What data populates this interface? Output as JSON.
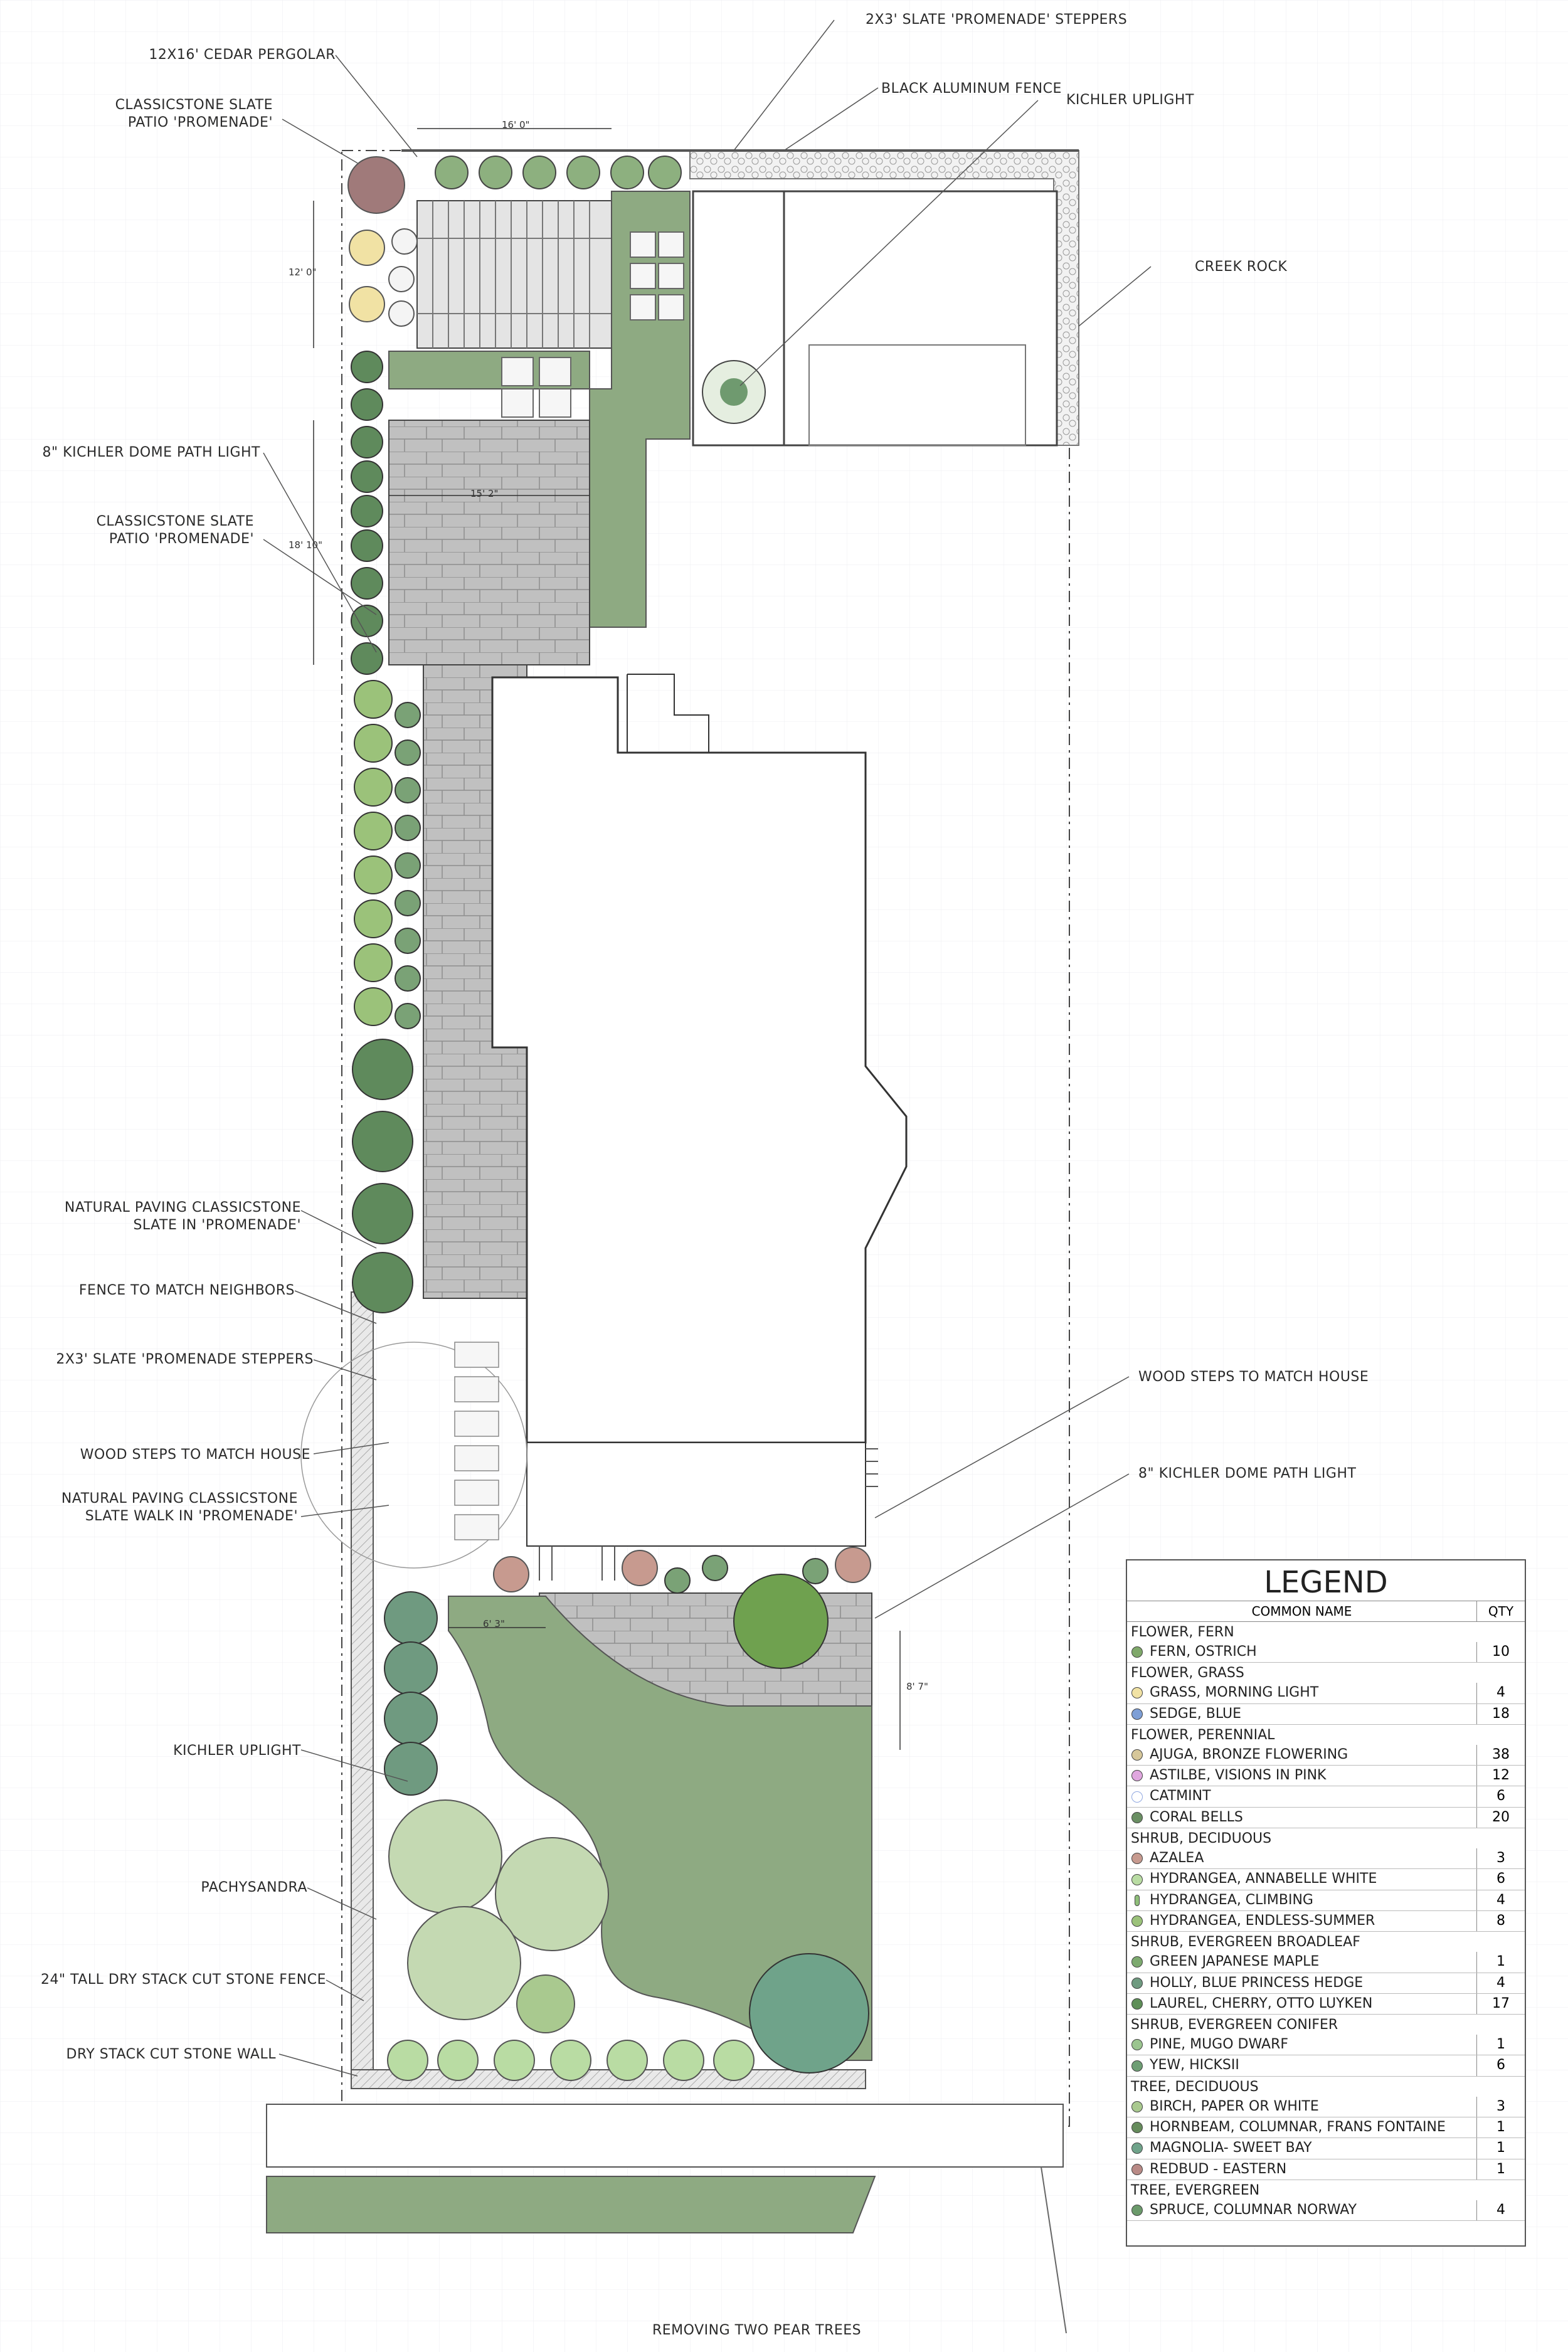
{
  "callouts_left": [
    {
      "id": "pergola",
      "text": "12X16' CEDAR PERGOLAR"
    },
    {
      "id": "patio-top-1",
      "text": "CLASSICSTONE SLATE"
    },
    {
      "id": "patio-top-2",
      "text": "PATIO 'PROMENADE'"
    },
    {
      "id": "path-light-top",
      "text": "8\" KICHLER DOME PATH LIGHT"
    },
    {
      "id": "patio-mid-1",
      "text": "CLASSICSTONE SLATE"
    },
    {
      "id": "patio-mid-2",
      "text": "PATIO 'PROMENADE'"
    },
    {
      "id": "natural-paving-1",
      "text": "NATURAL PAVING CLASSICSTONE"
    },
    {
      "id": "natural-paving-2",
      "text": "SLATE IN 'PROMENADE'"
    },
    {
      "id": "fence-neighbors",
      "text": "FENCE TO MATCH NEIGHBORS"
    },
    {
      "id": "steppers-left",
      "text": "2X3' SLATE 'PROMENADE STEPPERS"
    },
    {
      "id": "wood-steps-left",
      "text": "WOOD STEPS TO MATCH HOUSE"
    },
    {
      "id": "walk-1",
      "text": "NATURAL PAVING CLASSICSTONE"
    },
    {
      "id": "walk-2",
      "text": "SLATE WALK IN 'PROMENADE'"
    },
    {
      "id": "uplight-left",
      "text": "KICHLER UPLIGHT"
    },
    {
      "id": "pachysandra",
      "text": "PACHYSANDRA"
    },
    {
      "id": "stone-fence",
      "text": "24\" TALL DRY STACK CUT STONE FENCE"
    },
    {
      "id": "stone-wall",
      "text": "DRY STACK CUT STONE WALL"
    }
  ],
  "callouts_right": [
    {
      "id": "steppers-top",
      "text": "2X3' SLATE 'PROMENADE' STEPPERS"
    },
    {
      "id": "alum-fence",
      "text": "BLACK ALUMINUM FENCE"
    },
    {
      "id": "uplight-top",
      "text": "KICHLER UPLIGHT"
    },
    {
      "id": "creek-rock",
      "text": "CREEK ROCK"
    },
    {
      "id": "wood-steps-right",
      "text": "WOOD STEPS TO MATCH HOUSE"
    },
    {
      "id": "path-light-right",
      "text": "8\" KICHLER DOME PATH LIGHT"
    },
    {
      "id": "pear-trees",
      "text": "REMOVING TWO PEAR TREES"
    }
  ],
  "dimensions": {
    "pergola_width": "16' 0\"",
    "pergola_depth": "12' 0\"",
    "patio_width": "15' 2\"",
    "patio_depth": "18' 10\"",
    "lawn_walk": "6' 3\"",
    "lower_patio": "8' 7\""
  },
  "legend": {
    "title": "LEGEND",
    "col_name": "COMMON NAME",
    "col_qty": "QTY",
    "categories": [
      {
        "name": "FLOWER, FERN",
        "items": [
          {
            "name": "FERN, OSTRICH",
            "qty": "10",
            "color": "#7fa86a",
            "symbol": "star"
          }
        ]
      },
      {
        "name": "FLOWER, GRASS",
        "items": [
          {
            "name": "GRASS, MORNING LIGHT",
            "qty": "4",
            "color": "#f1e2a4",
            "symbol": "dot"
          },
          {
            "name": "SEDGE, BLUE",
            "qty": "18",
            "color": "#7e9fd6",
            "symbol": "dot"
          }
        ]
      },
      {
        "name": "FLOWER, PERENNIAL",
        "items": [
          {
            "name": "AJUGA, BRONZE FLOWERING",
            "qty": "38",
            "color": "#d6c79a",
            "symbol": "star"
          },
          {
            "name": "ASTILBE, VISIONS IN PINK",
            "qty": "12",
            "color": "#e0a7df",
            "symbol": "star"
          },
          {
            "name": "CATMINT",
            "qty": "6",
            "color": "#8fa7e0",
            "symbol": "ring"
          },
          {
            "name": "CORAL BELLS",
            "qty": "20",
            "color": "#6a8f63",
            "symbol": "dot"
          }
        ]
      },
      {
        "name": "SHRUB, DECIDUOUS",
        "items": [
          {
            "name": "AZALEA",
            "qty": "3",
            "color": "#c79a8f",
            "symbol": "dot"
          },
          {
            "name": "HYDRANGEA, ANNABELLE WHITE",
            "qty": "6",
            "color": "#b9dca3",
            "symbol": "dot"
          },
          {
            "name": "HYDRANGEA, CLIMBING",
            "qty": "4",
            "color": "#8fbf7a",
            "symbol": "leaf"
          },
          {
            "name": "HYDRANGEA, ENDLESS-SUMMER",
            "qty": "8",
            "color": "#9bc27a",
            "symbol": "dot"
          }
        ]
      },
      {
        "name": "SHRUB, EVERGREEN BROADLEAF",
        "items": [
          {
            "name": "GREEN JAPANESE MAPLE",
            "qty": "1",
            "color": "#7daa6f",
            "symbol": "dot"
          },
          {
            "name": "HOLLY, BLUE PRINCESS HEDGE",
            "qty": "4",
            "color": "#6f9a80",
            "symbol": "dot"
          },
          {
            "name": "LAUREL, CHERRY, OTTO LUYKEN",
            "qty": "17",
            "color": "#5e8e58",
            "symbol": "dot"
          }
        ]
      },
      {
        "name": "SHRUB, EVERGREEN CONIFER",
        "items": [
          {
            "name": "PINE, MUGO DWARF",
            "qty": "1",
            "color": "#9bc58f",
            "symbol": "dot"
          },
          {
            "name": "YEW, HICKSII",
            "qty": "6",
            "color": "#6e9e74",
            "symbol": "dot"
          }
        ]
      },
      {
        "name": "TREE, DECIDUOUS",
        "items": [
          {
            "name": "BIRCH, PAPER OR WHITE",
            "qty": "3",
            "color": "#a9c98f",
            "symbol": "dot"
          },
          {
            "name": "HORNBEAM, COLUMNAR, FRANS FONTAINE",
            "qty": "1",
            "color": "#668c5c",
            "symbol": "dot"
          },
          {
            "name": "MAGNOLIA- SWEET BAY",
            "qty": "1",
            "color": "#6fa38a",
            "symbol": "dot"
          },
          {
            "name": "REDBUD - EASTERN",
            "qty": "1",
            "color": "#b98a86",
            "symbol": "dot"
          }
        ]
      },
      {
        "name": "TREE, EVERGREEN",
        "items": [
          {
            "name": "SPRUCE, COLUMNAR NORWAY",
            "qty": "4",
            "color": "#6b9a6b",
            "symbol": "dot"
          }
        ]
      }
    ]
  },
  "colors": {
    "lawn": "#8eaa82",
    "paving": "#b8b8b8",
    "line": "#333333",
    "dark_leaf": "#5f8a5c",
    "light_leaf": "#a9c98f"
  }
}
